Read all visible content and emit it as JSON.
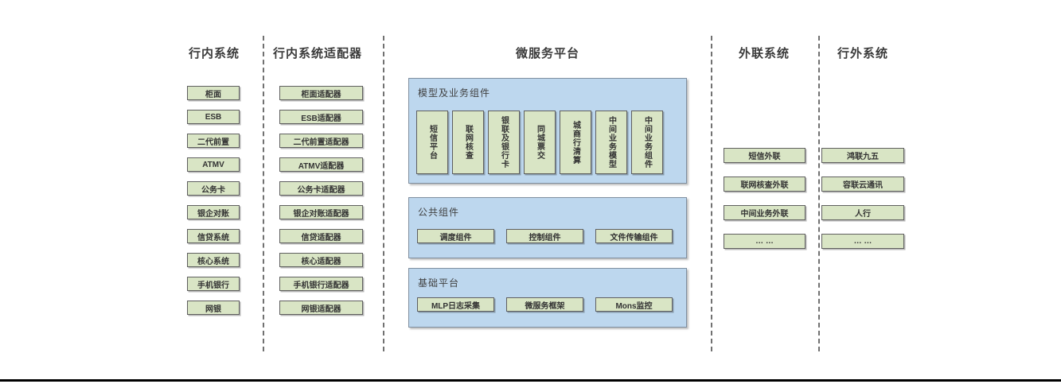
{
  "diagram": {
    "columns": [
      {
        "id": "internal-systems",
        "title": "行内系统",
        "items": [
          "柜面",
          "ESB",
          "二代前置",
          "ATMV",
          "公务卡",
          "银企对账",
          "信贷系统",
          "核心系统",
          "手机银行",
          "网银"
        ]
      },
      {
        "id": "internal-adapters",
        "title": "行内系统适配器",
        "items": [
          "柜面适配器",
          "ESB适配器",
          "二代前置适配器",
          "ATMV适配器",
          "公务卡适配器",
          "银企对账适配器",
          "信贷适配器",
          "核心适配器",
          "手机银行适配器",
          "网银适配器"
        ]
      },
      {
        "id": "microservice-platform",
        "title": "微服务平台"
      },
      {
        "id": "outreach-systems",
        "title": "外联系统",
        "items": [
          "短信外联",
          "联网核查外联",
          "中间业务外联",
          "… …"
        ]
      },
      {
        "id": "external-systems",
        "title": "行外系统",
        "items": [
          "鸿联九五",
          "容联云通讯",
          "人行",
          "… …"
        ]
      }
    ],
    "platform_sections": [
      {
        "label": "模型及业务组件",
        "items": [
          "短信平台",
          "联网核查",
          "银联及银行卡",
          "同城票交",
          "城商行清算",
          "中间业务模型",
          "中间业务组件"
        ]
      },
      {
        "label": "公共组件",
        "items": [
          "调度组件",
          "控制组件",
          "文件传输组件"
        ]
      },
      {
        "label": "基础平台",
        "items": [
          "MLP日志采集",
          "微服务框架",
          "Mons监控"
        ]
      }
    ],
    "colors": {
      "box_fill": "#d9e5c5",
      "box_border": "#5f5f5f",
      "panel_fill": "#bdd7ee",
      "panel_border": "#7f8fa0",
      "divider": "#595959",
      "text": "#3b3b3b",
      "bottom_rule": "#000000"
    }
  }
}
